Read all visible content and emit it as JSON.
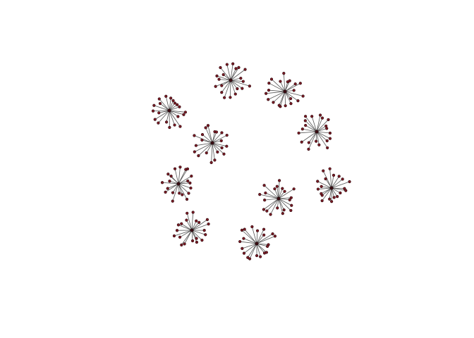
{
  "graph": {
    "type": "network",
    "layout": "force-directed",
    "background": "#ffffff",
    "colors": {
      "edge": "#555555",
      "node_fill": "#7a1a24",
      "node_stroke": "#2a0a0e"
    },
    "node_count": 210,
    "edge_count": 200,
    "components": [
      {
        "id": 1,
        "hub": "star-1",
        "leaves": 20
      },
      {
        "id": 2,
        "hub": "star-2",
        "leaves": 20
      },
      {
        "id": 3,
        "hub": "star-3",
        "leaves": 20
      },
      {
        "id": 4,
        "hub": "star-4",
        "leaves": 20
      },
      {
        "id": 5,
        "hub": "star-5",
        "leaves": 20
      },
      {
        "id": 6,
        "hub": "star-6",
        "leaves": 20
      },
      {
        "id": 7,
        "hub": "star-7",
        "leaves": 20
      },
      {
        "id": 8,
        "hub": "star-8",
        "leaves": 20
      },
      {
        "id": 9,
        "hub": "star-9",
        "leaves": 20
      },
      {
        "id": 10,
        "hub": "star-10",
        "leaves": 20
      }
    ]
  }
}
